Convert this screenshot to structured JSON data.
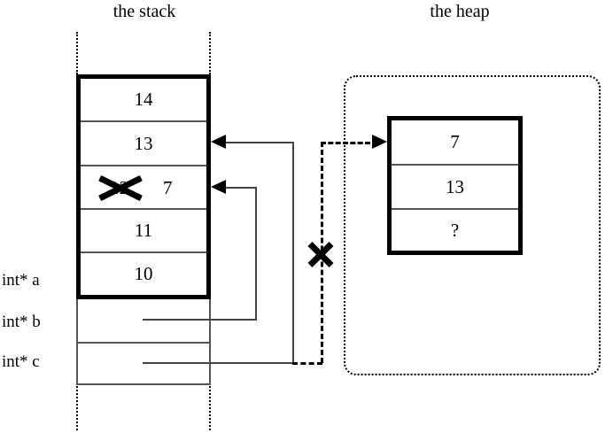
{
  "titles": {
    "stack": "the stack",
    "heap": "the heap"
  },
  "variables": {
    "a": "int* a",
    "b": "int* b",
    "c": "int* c"
  },
  "stack": {
    "cells": [
      {
        "value": "14"
      },
      {
        "value": "13"
      },
      {
        "old_value": "12",
        "new_value": "7",
        "struck_out": true
      },
      {
        "value": "11"
      },
      {
        "value": "10"
      }
    ]
  },
  "heap": {
    "cells": [
      {
        "value": "7"
      },
      {
        "value": "13"
      },
      {
        "value": "?"
      }
    ]
  },
  "annotations": {
    "invalid_pointer_mark": "X",
    "strike_mark": "X"
  },
  "colors": {
    "ink": "#000000",
    "thin_rule": "#555555",
    "connector": "#444444",
    "background": "#ffffff"
  }
}
